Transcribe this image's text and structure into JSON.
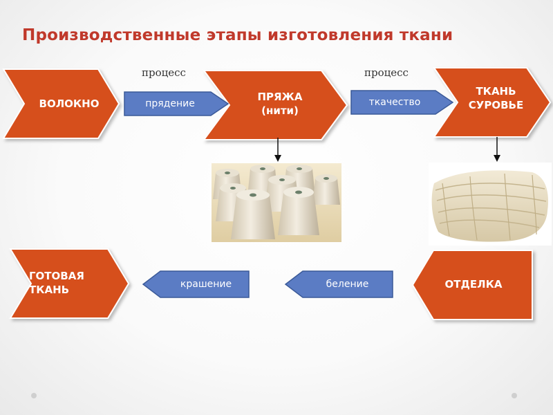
{
  "title": "Производственные этапы изготовления ткани",
  "process_labels": [
    "процесс",
    "процесс"
  ],
  "stages": {
    "fiber": "ВОЛОКНО",
    "yarn_line1": "ПРЯЖА",
    "yarn_line2": "(нити)",
    "greige_line1": "ТКАНЬ",
    "greige_line2": "СУРОВЬЕ",
    "finishing": "ОТДЕЛКА",
    "finished_line1": "ГОТОВАЯ",
    "finished_line2": "ТКАНЬ"
  },
  "processes": {
    "spinning": "прядение",
    "weaving": "ткачество",
    "bleaching": "беление",
    "dyeing": "крашение"
  },
  "colors": {
    "chevron": "#d64f1f",
    "chevron_shadow": "#b8b8b8",
    "arrow": "#5b7cc4",
    "arrow_border": "#3b5a98",
    "title": "#c0392b"
  },
  "icons": {
    "yarn_photo": "yarn-cones-image",
    "fabric_photo": "fabric-roll-image"
  }
}
